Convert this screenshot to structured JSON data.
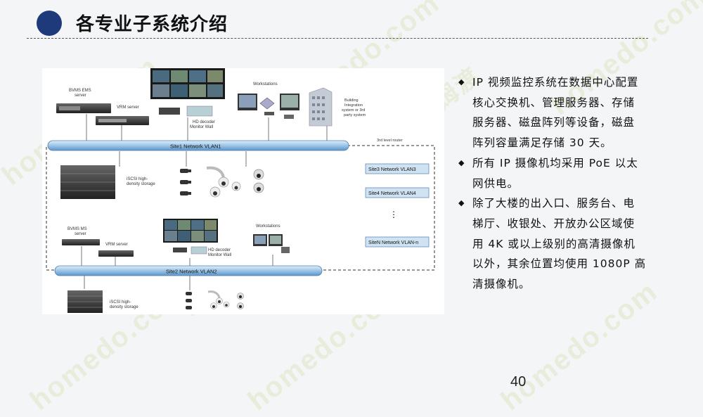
{
  "header": {
    "title": "各专业子系统介绍"
  },
  "watermark": {
    "text": "homedo.com",
    "brand_cn": "河姆渡",
    "color": "#aacd5a"
  },
  "diagram": {
    "vlan1_label": "Site1 Network VLAN1",
    "vlan2_label": "Site2 Network VLAN2",
    "site3_label": "Site3 Network VLAN3",
    "site4_label": "Site4 Network VLAN4",
    "siten_label": "SiteN Network VLAN-n",
    "ellipsis": "⋮",
    "router_label": "3rd level router",
    "s1": {
      "ems_line1": "BVMS EMS",
      "ems_line2": "server",
      "vrm": "VRM server",
      "hd_line1": "HD decoder",
      "hd_line2": "Monitor Wall",
      "workstations": "Workstations",
      "bldg_line1": "Building",
      "bldg_line2": "Integration",
      "bldg_line3": "system or 3rd",
      "bldg_line4": "party system",
      "iscsi_line1": "iSCSI high-",
      "iscsi_line2": "density storage"
    },
    "s2": {
      "ms_line1": "BVMS MS",
      "ms_line2": "server",
      "vrm": "VRM server",
      "hd_line1": "HD decoder",
      "hd_line2": "Monitor Wall",
      "workstations": "Workstations",
      "iscsi_line1": "iSCSI high-",
      "iscsi_line2": "density storage"
    }
  },
  "bullets": [
    {
      "marker": "◆",
      "lines": [
        "IP 视频监控系统在数据中心配置",
        "核心交换机、管理服务器、存储",
        "服务器、磁盘阵列等设备，磁盘",
        "阵列容量满足存储 30 天。"
      ]
    },
    {
      "marker": "◆",
      "lines": [
        "所有 IP 摄像机均采用 PoE 以太",
        "网供电。"
      ]
    },
    {
      "marker": "◆",
      "lines": [
        "除了大楼的出入口、服务台、电",
        "梯厅、收银处、开放办公区域使",
        "用 4K 或以上级别的高清摄像机",
        "以外，其余位置均使用 1080P 高",
        "清摄像机。"
      ]
    }
  ],
  "page_number": "40"
}
